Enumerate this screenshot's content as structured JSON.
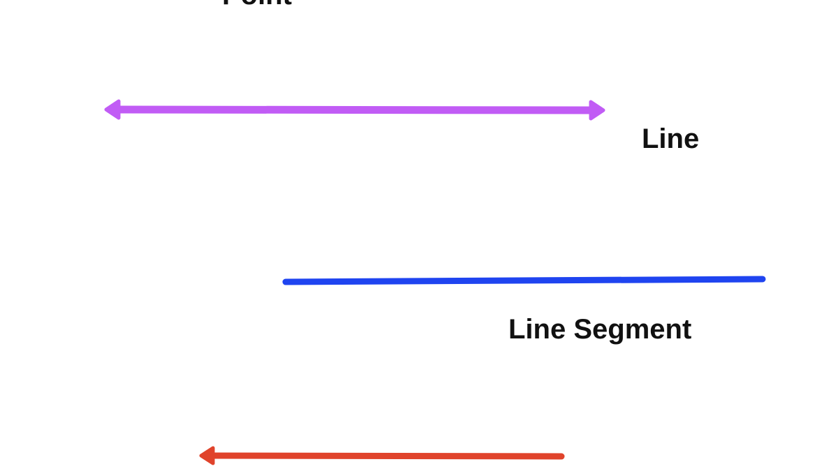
{
  "labels": {
    "point": "Point",
    "line": "Line",
    "line_segment": "Line Segment"
  },
  "colors": {
    "line": "#c15cf5",
    "line_segment": "#1f44f0",
    "ray": "#e0432b",
    "text": "#111111",
    "background": "#ffffff"
  },
  "icons": {
    "line": "double-headed-arrow",
    "line_segment": "plain-segment",
    "ray": "left-pointing-arrow"
  }
}
